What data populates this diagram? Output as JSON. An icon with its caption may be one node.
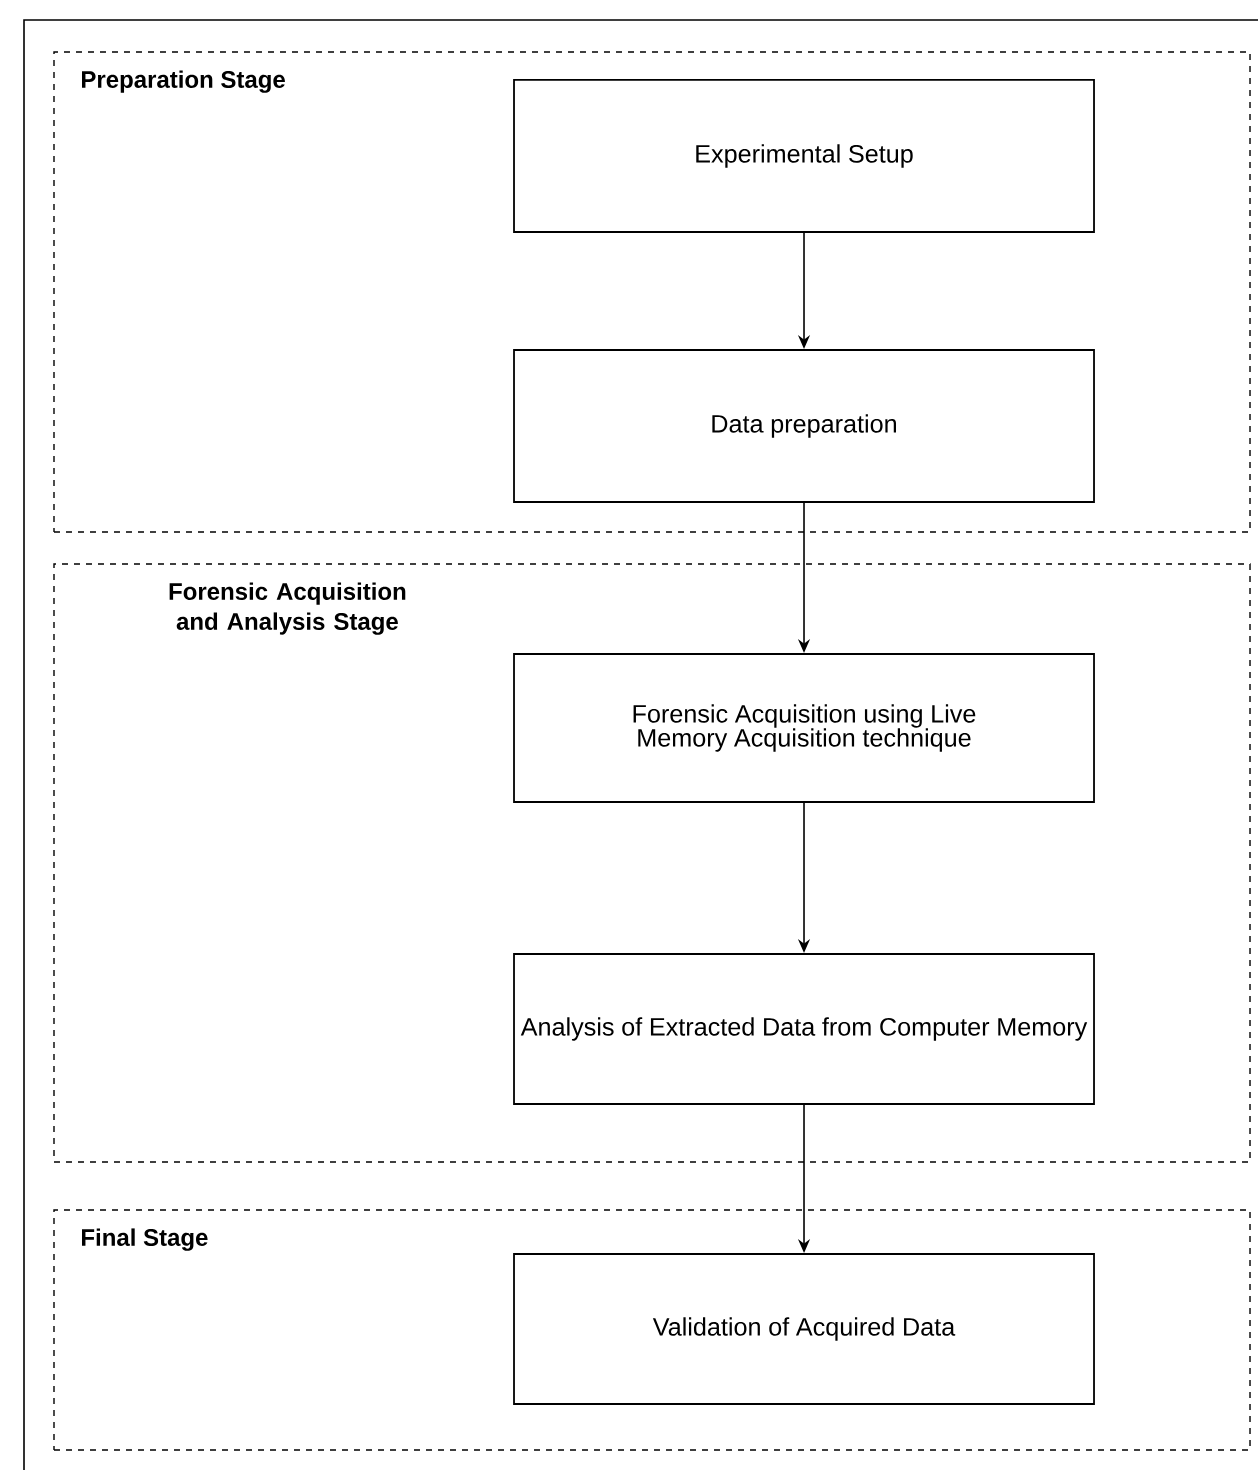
{
  "diagram": {
    "nodes": [
      {
        "text": [
          "Preparation Stage"
        ]
      },
      {
        "text": [
          "Experimental Setup"
        ],
        "in": 0
      },
      {
        "text": [
          "Data preparation"
        ],
        "in": 0
      },
      {
        "text": [
          "Forensic Acquisition and Analysis Stage"
        ]
      },
      {
        "text": [
          "Forensic Acquisition using Live Memory Acquisition technique"
        ],
        "in": 3
      },
      {
        "text": [
          "Analysis of Extracted Data from Computer Memory"
        ],
        "in": 3
      },
      {
        "text": [
          "Final Stage"
        ]
      },
      {
        "text": [
          "Validation of Acquired Data"
        ],
        "in": 6
      }
    ],
    "edges": [
      {
        "from": 1,
        "to": 2,
        "arrow": "to"
      },
      {
        "from": 2,
        "to": 4,
        "arrow": "to"
      },
      {
        "from": 4,
        "to": 5,
        "arrow": "to"
      },
      {
        "from": 5,
        "to": 7,
        "arrow": "to"
      }
    ]
  }
}
